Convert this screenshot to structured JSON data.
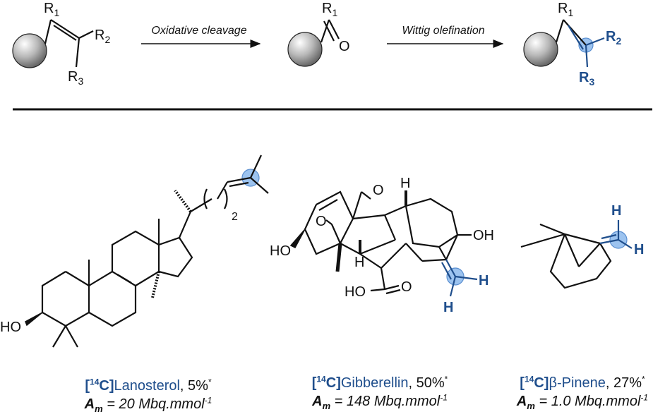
{
  "scheme": {
    "arrow1_label": "Oxidative cleavage",
    "arrow2_label": "Wittig olefination",
    "r1": "R",
    "r1_sub": "1",
    "r2": "R",
    "r2_sub": "2",
    "r3": "R",
    "r3_sub": "3",
    "oxygen": "O"
  },
  "molecules": {
    "lanosterol": {
      "hydroxyl": "HO",
      "subscript": "2"
    },
    "gibberellin": {
      "hydroxyl_left": "HO",
      "hydroxyl_right": "OH",
      "acid": "HO",
      "atom_o": "O",
      "atom_h": "H",
      "h_label": "H"
    },
    "pinene": {
      "h_label": "H"
    }
  },
  "captions": [
    {
      "label": "14C",
      "name": "Lanosterol",
      "yield": ", 5%",
      "star": "*",
      "am_symbol": "A",
      "am_sub": "m",
      "am_value": " = 20 Mbq.mmol",
      "am_exp": "-1"
    },
    {
      "label": "14C",
      "name": "Gibberellin",
      "yield": ", 50%",
      "star": "*",
      "am_symbol": "A",
      "am_sub": "m",
      "am_value": " = 148 Mbq.mmol",
      "am_exp": "-1"
    },
    {
      "label": "14C",
      "name": "β-Pinene",
      "yield": ", 27%",
      "star": "*",
      "am_symbol": "A",
      "am_sub": "m",
      "am_value": " = 1.0 Mbq.mmol",
      "am_exp": "-1"
    }
  ],
  "colors": {
    "accent": "#1f4e8c",
    "highlight": "#9cc3ef",
    "ink": "#111111"
  }
}
